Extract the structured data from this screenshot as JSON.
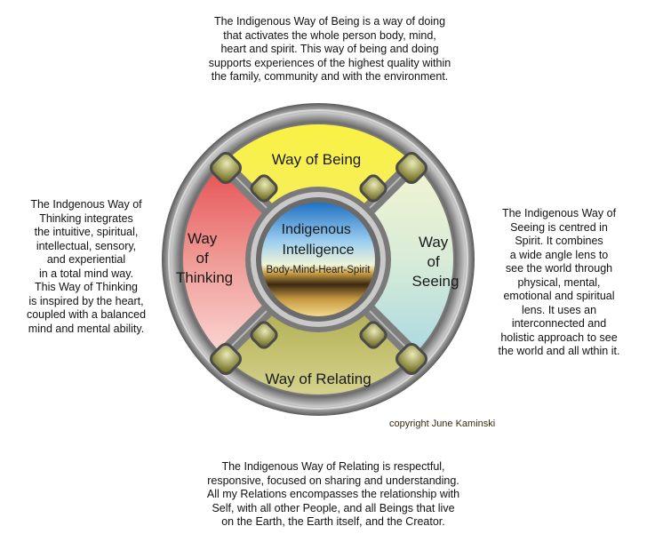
{
  "paragraphs": {
    "top": "The Indigenous Way of Being is a way of doing\nthat activates the whole person body, mind,\nheart and spirit. This way of being and doing\nsupports experiences of the highest quality within\nthe family, community and with the environment.",
    "left": "The Indgenous Way of\nThinking integrates\nthe intuitive, spiritual,\nintellectual, sensory,\nand experiential\nin a total mind way.\nThis Way of Thinking\nis inspired by the heart,\ncoupled with a balanced\nmind and mental ability.",
    "right": "The Indigenous Way of\nSeeing is centred in\nSpirit. It combines\na wide angle lens to\nsee the world through\nphysical, mental,\nemotional and spiritual\nlens. It uses an\ninterconnected and\nholistic approach to see\nthe world and all wthin it.",
    "bottom": "The Indigenous Way of Relating is respectful,\nresponsive, focused on sharing and understanding.\nAll my Relations encompasses the relationship with\nSelf, with all other People, and all Beings that live\non the Earth, the Earth itself, and the Creator."
  },
  "wheel": {
    "being": "Way of Being",
    "thinking": [
      "Way",
      "of",
      "Thinking"
    ],
    "seeing": [
      "Way",
      "of",
      "Seeing"
    ],
    "relating": "Way of Relating",
    "center_title": [
      "Indigenous",
      "Intelligence"
    ],
    "center_sub": "Body-Mind-Heart-Spirit"
  },
  "colors": {
    "being": "#f7ef2a",
    "thinking": "#e8474a",
    "seeing": "#a9d5e0",
    "relating": "#b6b253",
    "ring": "#8e8e8e"
  },
  "copyright": "copyright June Kaminski"
}
